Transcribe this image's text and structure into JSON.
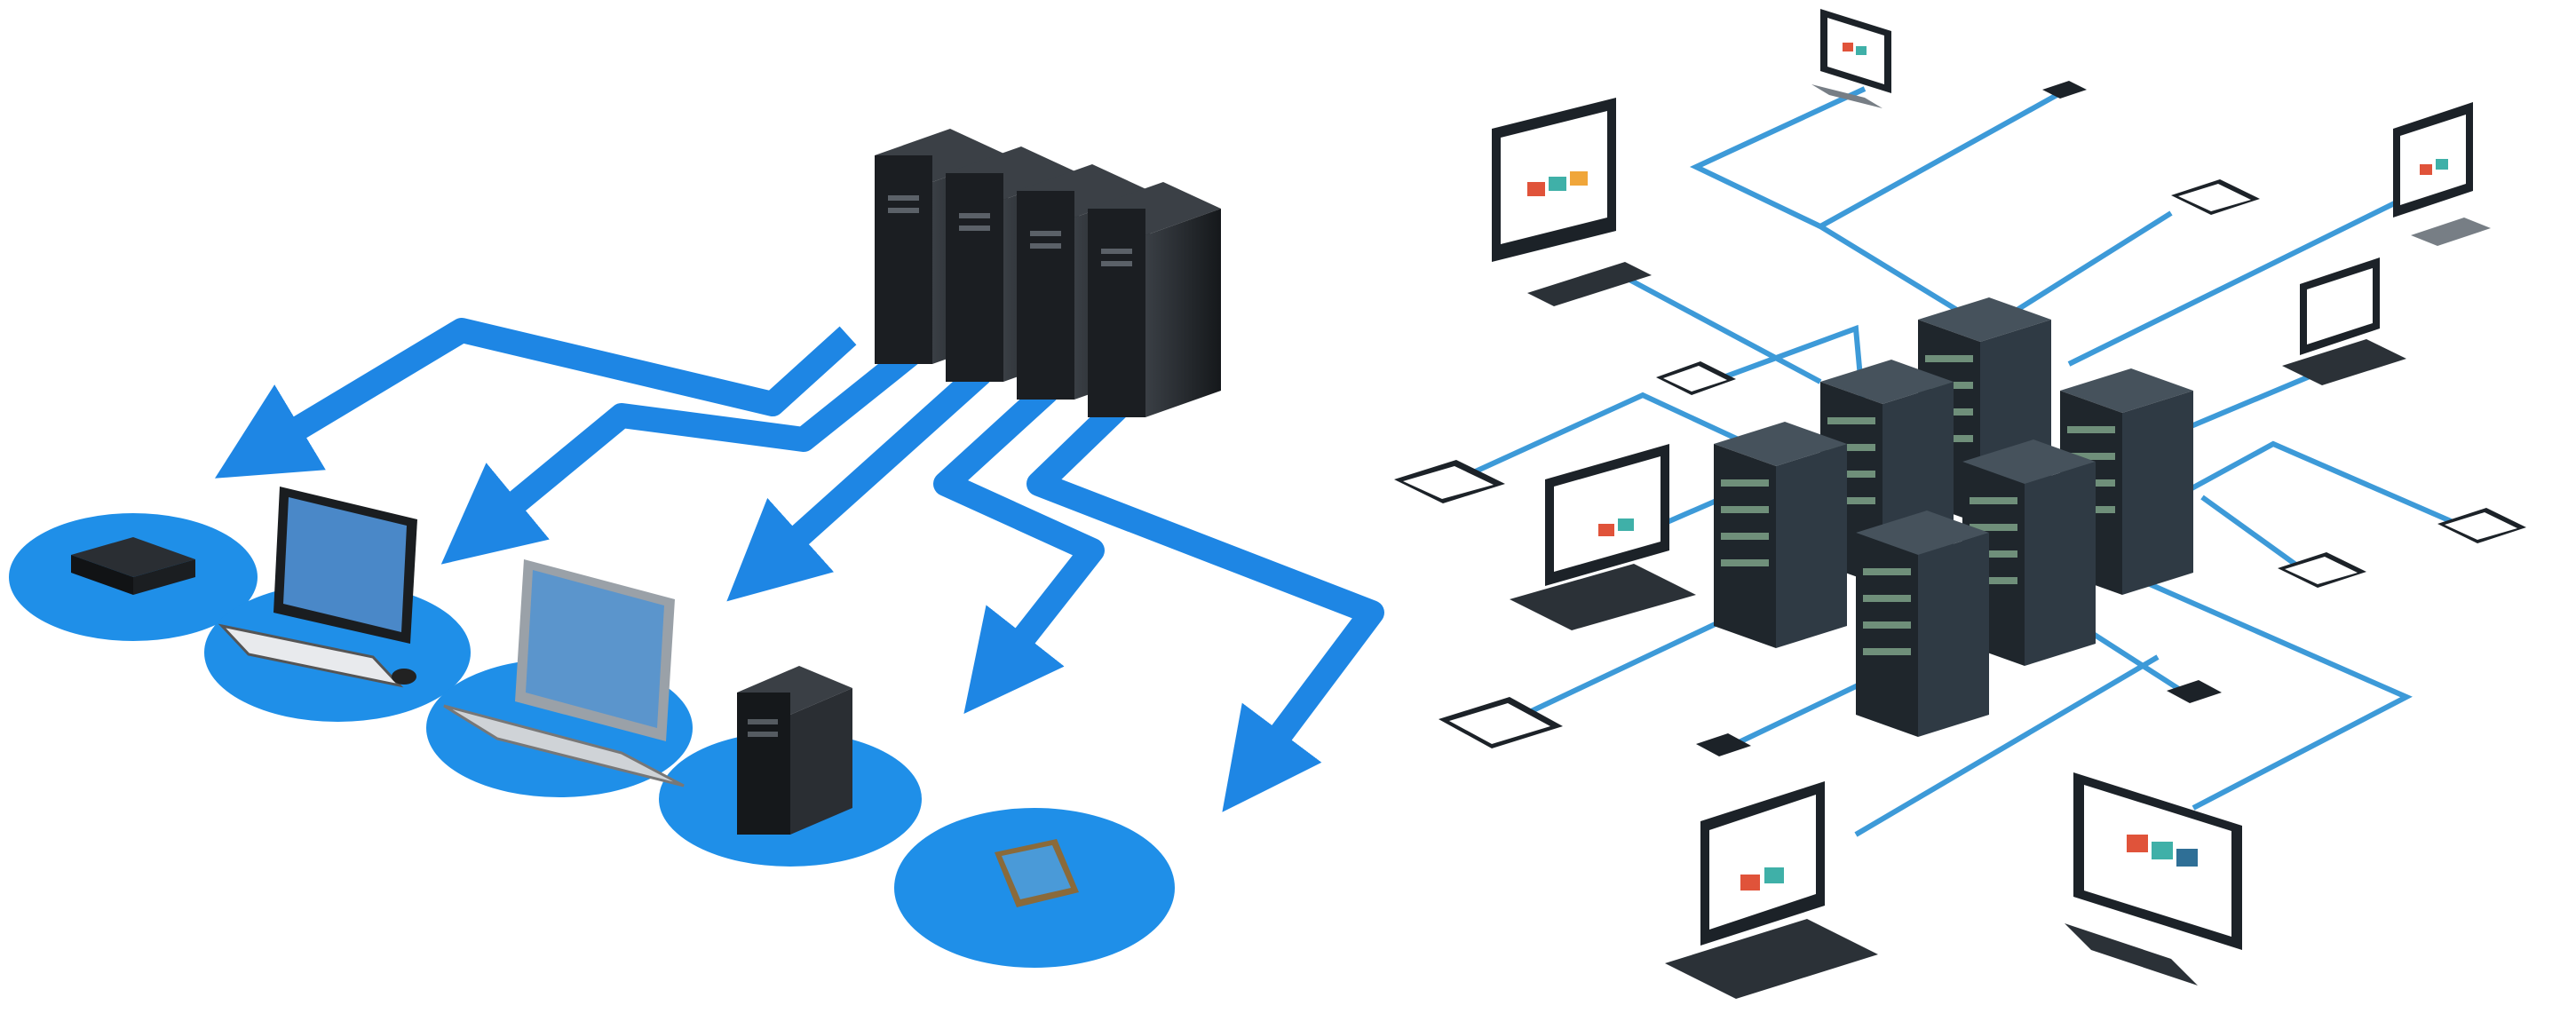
{
  "colors": {
    "background": "#ffffff",
    "disc_blue": "#1f8fe8",
    "arrow_blue": "#1e86e4",
    "line_blue": "#3d9ad8",
    "server_dark": "#24292f",
    "rack_dark": "#2f3a44",
    "rack_accent": "#6f8f7a",
    "screen_tile_colors": [
      "#e0533a",
      "#f0a63a",
      "#3fb0a8",
      "#2f6f96",
      "#e8c23a",
      "#c94a7a"
    ]
  },
  "left_diagram": {
    "source": "server-cluster",
    "destinations": [
      "set-top-box",
      "desktop-computer",
      "laptop",
      "tower-pc",
      "smartphone"
    ]
  },
  "right_diagram": {
    "hub": "server-rack-cluster",
    "rack_count": 6,
    "nodes": [
      "monitor",
      "tablet",
      "monitor",
      "tablet",
      "laptop",
      "tablet",
      "phone",
      "tablet",
      "laptop",
      "phone",
      "tablet",
      "tablet",
      "phone",
      "laptop",
      "monitor",
      "phone"
    ]
  }
}
